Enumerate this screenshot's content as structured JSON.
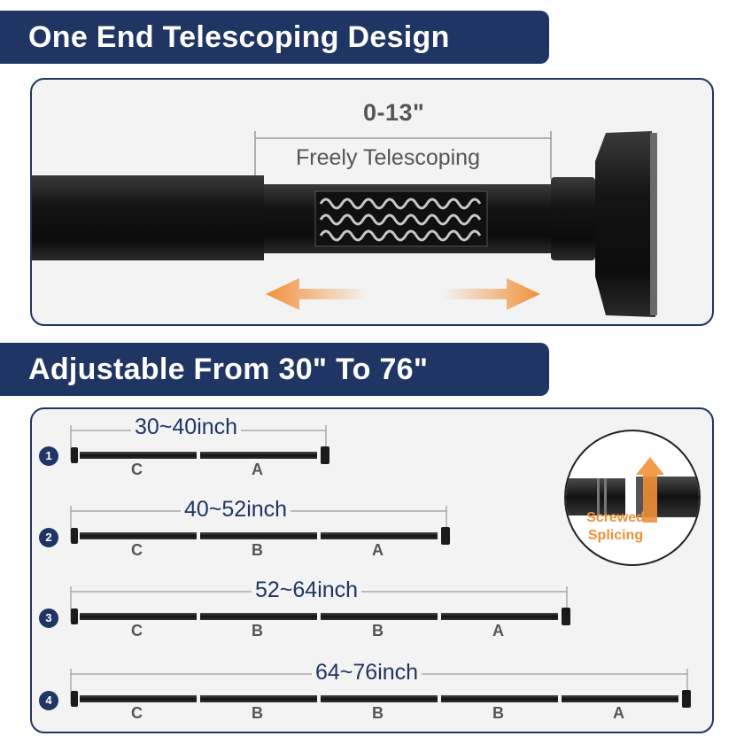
{
  "sections": {
    "telescoping": {
      "title": "One End Telescoping Design",
      "range": "0-13\"",
      "subtitle": "Freely Telescoping"
    },
    "adjustable": {
      "title": "Adjustable From 30\" To 76\""
    }
  },
  "configs": [
    {
      "step": "1",
      "length": "30~40inch",
      "segments": [
        "C",
        "A"
      ]
    },
    {
      "step": "2",
      "length": "40~52inch",
      "segments": [
        "C",
        "B",
        "A"
      ]
    },
    {
      "step": "3",
      "length": "52~64inch",
      "segments": [
        "C",
        "B",
        "B",
        "A"
      ]
    },
    {
      "step": "4",
      "length": "64~76inch",
      "segments": [
        "C",
        "B",
        "B",
        "B",
        "A"
      ]
    }
  ],
  "splice": {
    "line1": "Screwed",
    "line2": "Splicing"
  },
  "colors": {
    "navy": "#1f3563",
    "orange": "#f0913a",
    "rod": "#1b1b1b",
    "panel": "#f3f3f3"
  }
}
